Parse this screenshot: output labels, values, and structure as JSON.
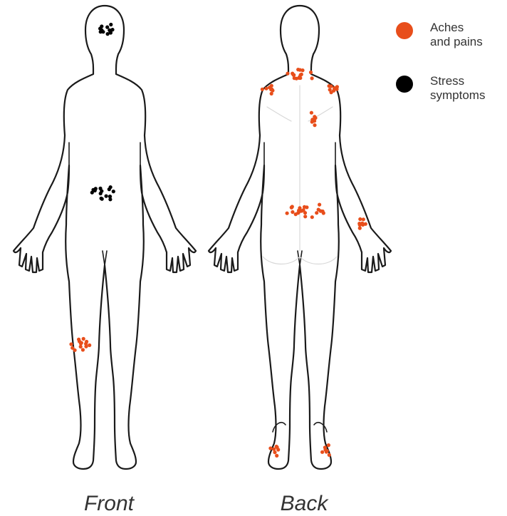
{
  "views": {
    "front_label": "Front",
    "back_label": "Back"
  },
  "legend": {
    "aches": {
      "label_line1": "Aches",
      "label_line2": "and pains",
      "color": "#e84e1b"
    },
    "stress": {
      "label_line1": "Stress",
      "label_line2": "symptoms",
      "color": "#000000"
    }
  },
  "symptom_areas": [
    {
      "name": "head",
      "view": "front",
      "symptom": "stress"
    },
    {
      "name": "stomach",
      "view": "front",
      "symptom": "stress"
    },
    {
      "name": "knee",
      "view": "front",
      "symptom": "aches"
    },
    {
      "name": "neck",
      "view": "back",
      "symptom": "aches"
    },
    {
      "name": "left-shoulder",
      "view": "back",
      "symptom": "aches"
    },
    {
      "name": "right-shoulder",
      "view": "back",
      "symptom": "aches"
    },
    {
      "name": "upper-back",
      "view": "back",
      "symptom": "aches"
    },
    {
      "name": "lower-back",
      "view": "back",
      "symptom": "aches"
    },
    {
      "name": "wrist",
      "view": "back",
      "symptom": "aches"
    },
    {
      "name": "left-heel",
      "view": "back",
      "symptom": "aches"
    },
    {
      "name": "right-heel",
      "view": "back",
      "symptom": "aches"
    }
  ]
}
